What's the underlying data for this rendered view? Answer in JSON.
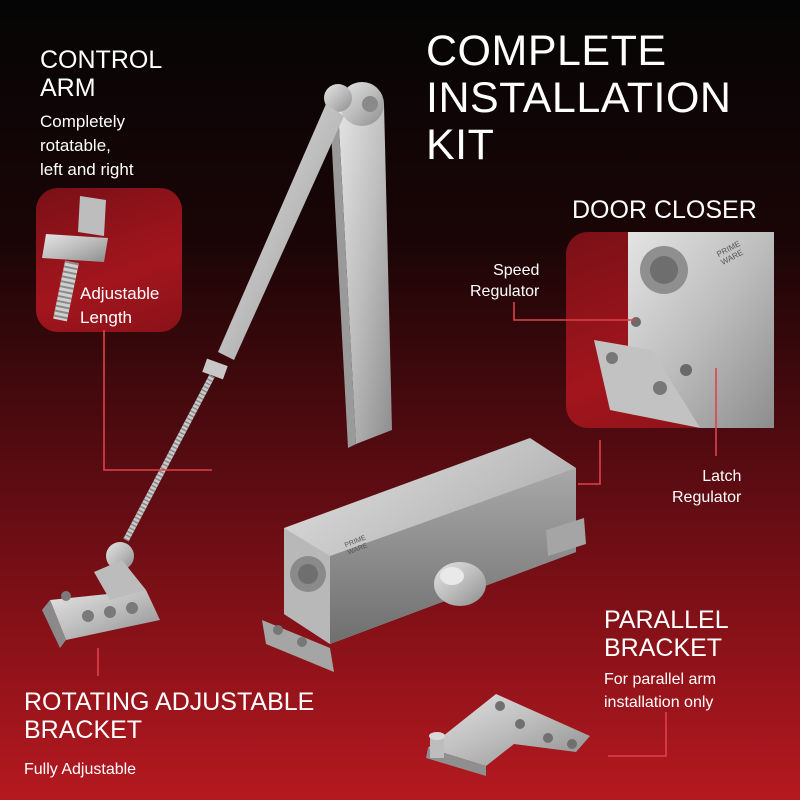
{
  "title": {
    "line1": "COMPLETE",
    "line2": "INSTALLATION",
    "line3": "KIT"
  },
  "control_arm": {
    "title_line1": "CONTROL",
    "title_line2": "ARM",
    "desc_line1": "Completely",
    "desc_line2": "rotatable,",
    "desc_line3": "left and right",
    "adjustable_line1": "Adjustable",
    "adjustable_line2": "Length"
  },
  "door_closer": {
    "title": "DOOR CLOSER",
    "speed_line1": "Speed",
    "speed_line2": "Regulator",
    "latch_line1": "Latch",
    "latch_line2": "Regulator"
  },
  "parallel_bracket": {
    "title_line1": "PARALLEL",
    "title_line2": "BRACKET",
    "desc_line1": "For parallel arm",
    "desc_line2": "installation only"
  },
  "rotating_bracket": {
    "title_line1": "ROTATING ADJUSTABLE",
    "title_line2": "BRACKET",
    "desc": "Fully Adjustable"
  },
  "brand": {
    "line1": "PRIME",
    "line2": "WARE"
  },
  "colors": {
    "accent_line": "#e0424a",
    "metal": "#c9c9c9",
    "panel": "#9e141c"
  }
}
